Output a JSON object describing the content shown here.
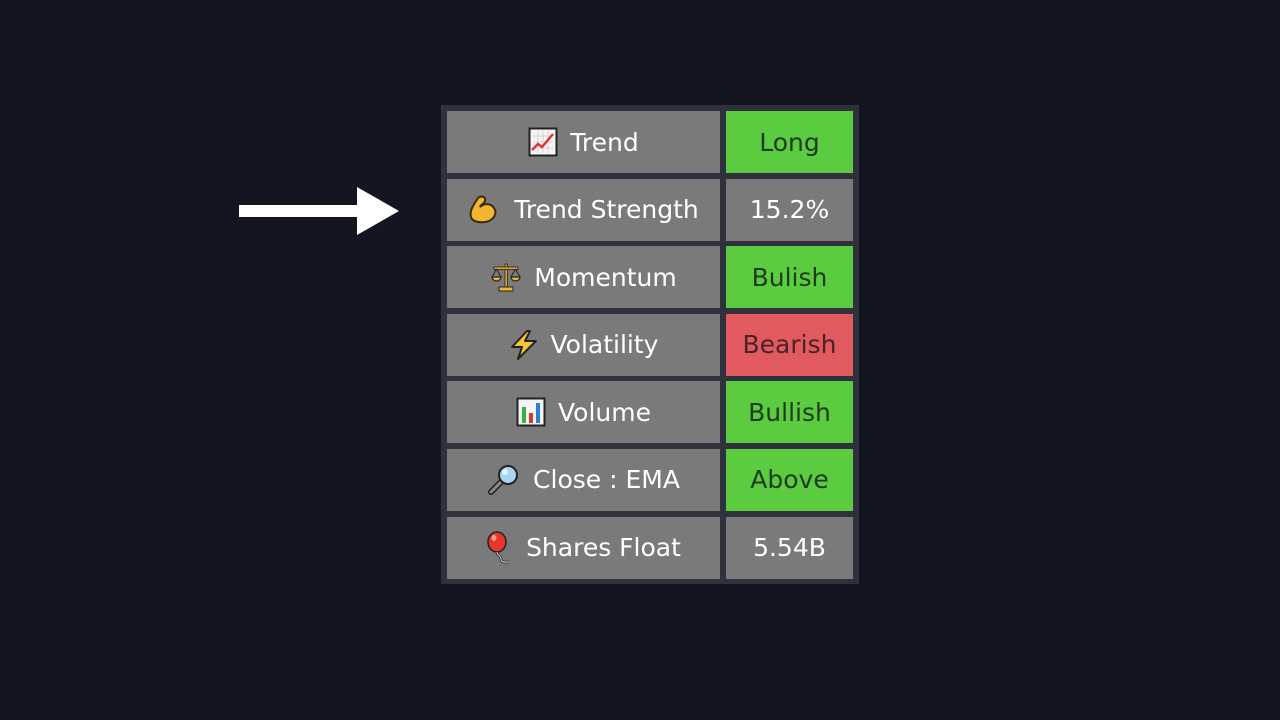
{
  "colors": {
    "background": "#131520",
    "table_border": "#2f323d",
    "label_cell": "#7a7a7a",
    "bullish_green": "#5bcc3f",
    "bearish_red": "#e05a5f"
  },
  "arrow": {
    "icon": "right-arrow-icon",
    "points_to": "Trend Strength"
  },
  "rows": [
    {
      "icon": "chart-increasing-icon",
      "label": "Trend",
      "value": "Long",
      "status": "green"
    },
    {
      "icon": "flexed-biceps-icon",
      "label": "Trend Strength",
      "value": "15.2%",
      "status": "neutral"
    },
    {
      "icon": "balance-scale-icon",
      "label": "Momentum",
      "value": "Bulish",
      "status": "green"
    },
    {
      "icon": "lightning-icon",
      "label": "Volatility",
      "value": "Bearish",
      "status": "red"
    },
    {
      "icon": "bar-chart-icon",
      "label": "Volume",
      "value": "Bullish",
      "status": "green"
    },
    {
      "icon": "magnifying-glass-icon",
      "label": "Close : EMA",
      "value": "Above",
      "status": "green"
    },
    {
      "icon": "balloon-icon",
      "label": "Shares Float",
      "value": "5.54B",
      "status": "neutral"
    }
  ]
}
